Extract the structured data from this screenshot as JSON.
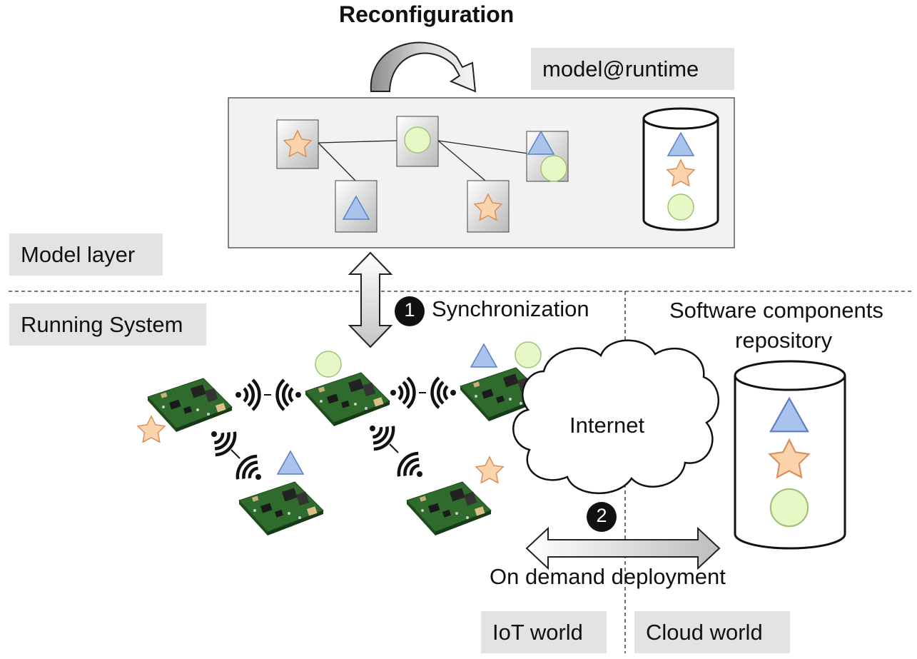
{
  "reconfiguration": "Reconfiguration",
  "model_runtime": "model@runtime",
  "model_layer": "Model layer",
  "running_system": "Running System",
  "sync_step": "1",
  "synchronization": "Synchronization",
  "repo_line1": "Software components",
  "repo_line2": "repository",
  "internet": "Internet",
  "deploy_step": "2",
  "on_demand": "On demand deployment",
  "iot_world": "IoT world",
  "cloud_world": "Cloud world",
  "colors": {
    "star_fill": "#fbd3ad",
    "star_stroke": "#d9905a",
    "triangle_fill": "#a9c3ec",
    "triangle_stroke": "#5b7fc4",
    "circle_fill": "#e8f7c6",
    "circle_stroke": "#9fc278",
    "label_bg": "#e3e3e3",
    "board_green": "#2e6b2c"
  }
}
